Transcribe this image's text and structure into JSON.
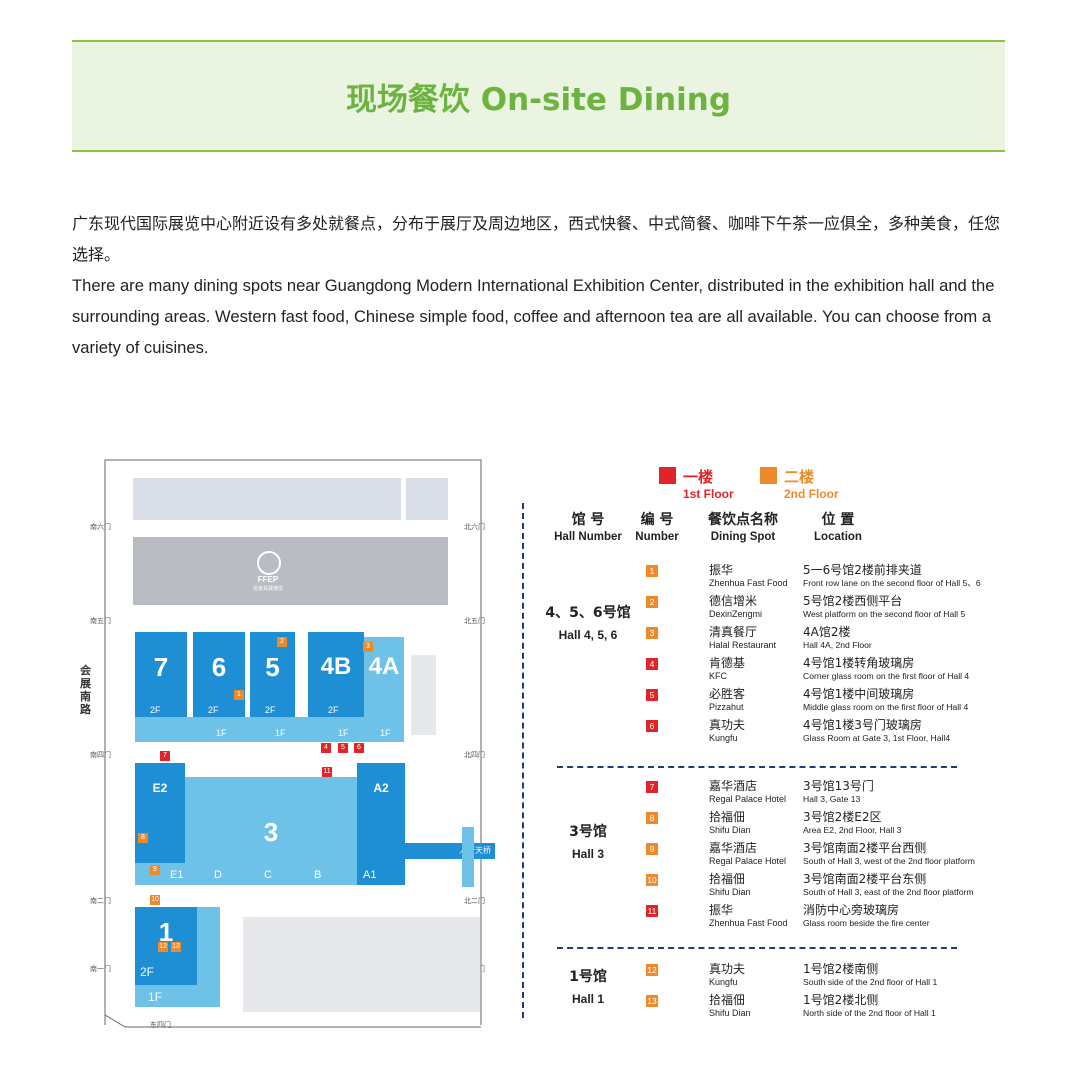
{
  "header": {
    "title": "现场餐饮 On-site Dining"
  },
  "intro": {
    "zh": "广东现代国际展览中心附近设有多处就餐点，分布于展厅及周边地区，西式快餐、中式简餐、咖啡下午茶一应俱全，多种美食，任您选择。",
    "en": "There are many dining spots near Guangdong Modern International Exhibition Center, distributed in the exhibition hall and the surrounding areas. Western fast food, Chinese simple food, coffee and afternoon tea are all available. You can choose from a variety of cuisines."
  },
  "map": {
    "road": "会展南路",
    "logo": "FFEP",
    "logo_sub": "名家具展博览",
    "bridge": "人行天桥",
    "gates": {
      "s6": "南六门",
      "n6": "北六门",
      "s5": "南五门",
      "n5": "北五门",
      "s4": "南四门",
      "n4": "北四门",
      "s2": "南二门",
      "n2": "北二门",
      "s1": "南一门",
      "n1": "北一门",
      "e1": "东四门"
    },
    "halls": {
      "h7": "7",
      "h6": "6",
      "h5": "5",
      "h4b": "4B",
      "h4a": "4A",
      "h3": "3",
      "h1": "1",
      "e2": "E2",
      "a2": "A2",
      "e1": "E1",
      "d": "D",
      "c": "C",
      "b": "B",
      "a1": "A1"
    },
    "floors": {
      "f2": "2F",
      "f1": "1F"
    },
    "spots": [
      "1",
      "2",
      "3",
      "4",
      "5",
      "6",
      "7",
      "8",
      "9",
      "10",
      "11",
      "12",
      "13"
    ]
  },
  "legend": {
    "floor1_zh": "一楼",
    "floor1_en": "1st Floor",
    "floor2_zh": "二楼",
    "floor2_en": "2nd Floor",
    "floor1_color": "#e0252a",
    "floor2_color": "#ee8a2a"
  },
  "table": {
    "headers": [
      {
        "zh": "馆 号",
        "en": "Hall Number"
      },
      {
        "zh": "编 号",
        "en": "Number"
      },
      {
        "zh": "餐饮点名称",
        "en": "Dining Spot"
      },
      {
        "zh": "位 置",
        "en": "Location"
      }
    ],
    "groups": [
      {
        "zh": "4、5、6号馆",
        "en": "Hall 4, 5, 6"
      },
      {
        "zh": "3号馆",
        "en": "Hall 3"
      },
      {
        "zh": "1号馆",
        "en": "Hall 1"
      }
    ],
    "rows": [
      {
        "num": "1",
        "floor": "2",
        "name_zh": "振华",
        "name_en": "Zhenhua Fast Food",
        "loc_zh": "5一6号馆2楼前排夹道",
        "loc_en": "Front row lane on the second floor of Hall 5、6"
      },
      {
        "num": "2",
        "floor": "2",
        "name_zh": "德信增米",
        "name_en": "DexinZengmi",
        "loc_zh": "5号馆2楼西侧平台",
        "loc_en": "West platform on the second floor of Hall 5"
      },
      {
        "num": "3",
        "floor": "2",
        "name_zh": "清真餐厅",
        "name_en": "Halal Restaurant",
        "loc_zh": "4A馆2楼",
        "loc_en": "Hall 4A, 2nd Floor"
      },
      {
        "num": "4",
        "floor": "1",
        "name_zh": "肯德基",
        "name_en": "KFC",
        "loc_zh": "4号馆1楼转角玻璃房",
        "loc_en": "Corner glass room on the first floor of Hall 4"
      },
      {
        "num": "5",
        "floor": "1",
        "name_zh": "必胜客",
        "name_en": "Pizzahut",
        "loc_zh": "4号馆1楼中间玻璃房",
        "loc_en": "Middle glass room on the first floor of Hall 4"
      },
      {
        "num": "6",
        "floor": "1",
        "name_zh": "真功夫",
        "name_en": "Kungfu",
        "loc_zh": "4号馆1楼3号门玻璃房",
        "loc_en": "Glass Room at Gate 3, 1st Floor, Hall4"
      },
      {
        "num": "7",
        "floor": "1",
        "name_zh": "嘉华酒店",
        "name_en": "Regal Palace Hotel",
        "loc_zh": "3号馆13号门",
        "loc_en": "Hall 3, Gate 13"
      },
      {
        "num": "8",
        "floor": "2",
        "name_zh": "拾福佃",
        "name_en": "Shifu Dian",
        "loc_zh": "3号馆2楼E2区",
        "loc_en": "Area E2, 2nd Floor, Hall 3"
      },
      {
        "num": "9",
        "floor": "2",
        "name_zh": "嘉华酒店",
        "name_en": "Regal Palace Hotel",
        "loc_zh": "3号馆南面2楼平台西侧",
        "loc_en": "South of Hall 3, west of the 2nd floor platform"
      },
      {
        "num": "10",
        "floor": "2",
        "name_zh": "拾福佃",
        "name_en": "Shifu Dian",
        "loc_zh": "3号馆南面2楼平台东侧",
        "loc_en": "South of Hall 3, east of the 2nd floor platform"
      },
      {
        "num": "11",
        "floor": "1",
        "name_zh": "振华",
        "name_en": "Zhenhua Fast Food",
        "loc_zh": "消防中心旁玻璃房",
        "loc_en": "Glass room beside the fire center"
      },
      {
        "num": "12",
        "floor": "2",
        "name_zh": "真功夫",
        "name_en": "Kungfu",
        "loc_zh": "1号馆2楼南侧",
        "loc_en": "South side of the 2nd floor of Hall 1"
      },
      {
        "num": "13",
        "floor": "2",
        "name_zh": "拾福佃",
        "name_en": "Shifu Dian",
        "loc_zh": "1号馆2楼北侧",
        "loc_en": "North side of the 2nd floor of Hall 1"
      }
    ]
  }
}
